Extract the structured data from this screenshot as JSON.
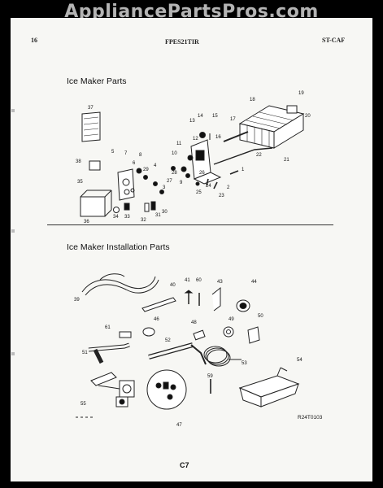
{
  "watermark": "AppliancePartsPros.com",
  "header": {
    "page_num": "16",
    "model": "FPES21TIR",
    "code": "ST-CAF"
  },
  "sections": [
    {
      "title": "Ice Maker Parts"
    },
    {
      "title": "Ice Maker Installation Parts"
    }
  ],
  "ice_maker_callouts": [
    "37",
    "38",
    "7",
    "5",
    "8",
    "6",
    "29",
    "4",
    "28",
    "3",
    "1",
    "2",
    "35",
    "36",
    "34",
    "33",
    "32",
    "31",
    "30",
    "11",
    "10",
    "9",
    "12",
    "13",
    "14",
    "15",
    "16",
    "17",
    "18",
    "19",
    "20",
    "21",
    "22",
    "23",
    "24",
    "25",
    "26",
    "27"
  ],
  "installation_callouts": [
    "39",
    "40",
    "41",
    "60",
    "43",
    "44",
    "61",
    "46",
    "48",
    "49",
    "50",
    "51",
    "52",
    "53",
    "54",
    "55",
    "47",
    "59"
  ],
  "reference_code": "R24T0103",
  "footer_page": "C7"
}
